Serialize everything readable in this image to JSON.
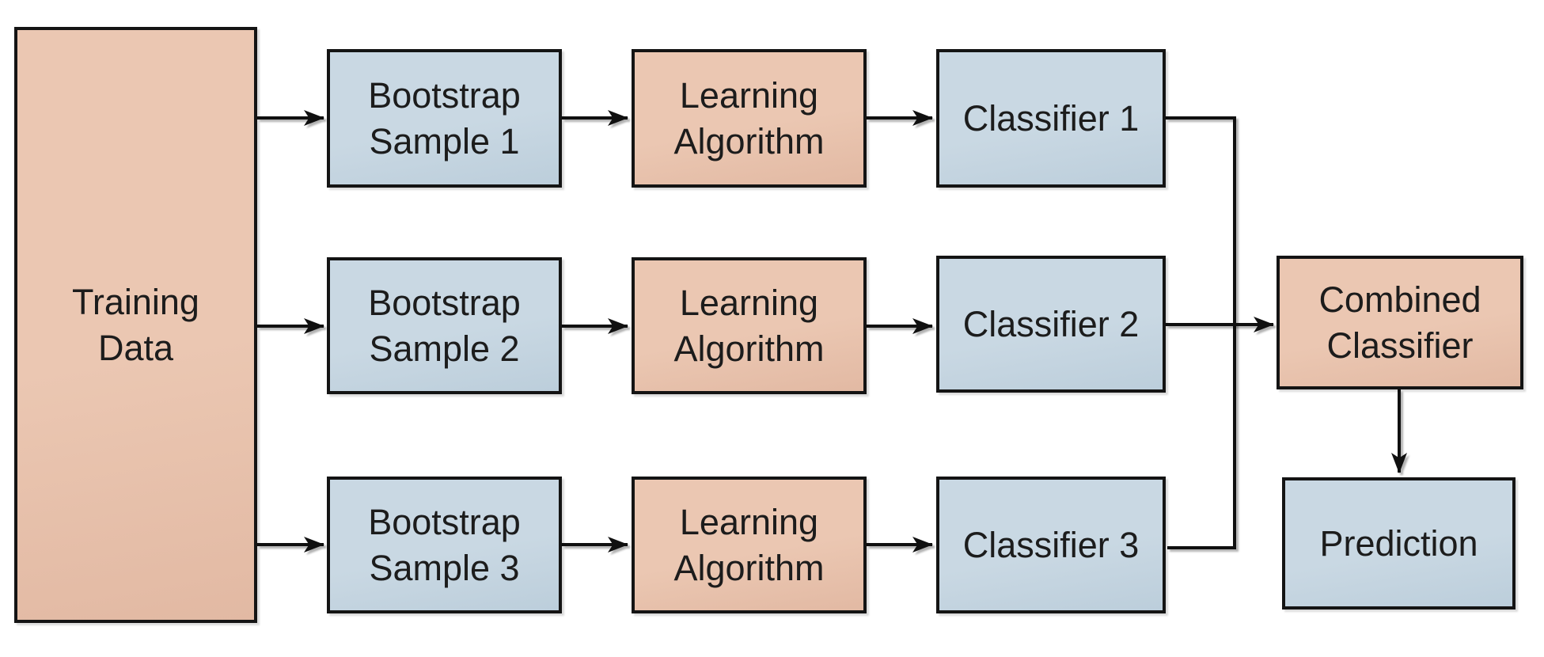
{
  "colors": {
    "canvas": "#ffffff",
    "salmon_fill": "#ebc7b2",
    "salmon_fill_edge": "#e2b9a3",
    "blue_fill": "#c9d8e3",
    "blue_fill_edge": "#bccedb",
    "outline": "#141414",
    "connector": "#101010",
    "text": "#1c1c1c"
  },
  "nodes": {
    "training_data": {
      "label": "Training\nData"
    },
    "bootstrap_sample_1": {
      "label": "Bootstrap\nSample 1"
    },
    "bootstrap_sample_2": {
      "label": "Bootstrap\nSample 2"
    },
    "bootstrap_sample_3": {
      "label": "Bootstrap\nSample 3"
    },
    "learning_algorithm_1": {
      "label": "Learning\nAlgorithm"
    },
    "learning_algorithm_2": {
      "label": "Learning\nAlgorithm"
    },
    "learning_algorithm_3": {
      "label": "Learning\nAlgorithm"
    },
    "classifier_1": {
      "label": "Classifier 1"
    },
    "classifier_2": {
      "label": "Classifier 2"
    },
    "classifier_3": {
      "label": "Classifier 3"
    },
    "combined_classifier": {
      "label": "Combined\nClassifier"
    },
    "prediction": {
      "label": "Prediction"
    }
  }
}
